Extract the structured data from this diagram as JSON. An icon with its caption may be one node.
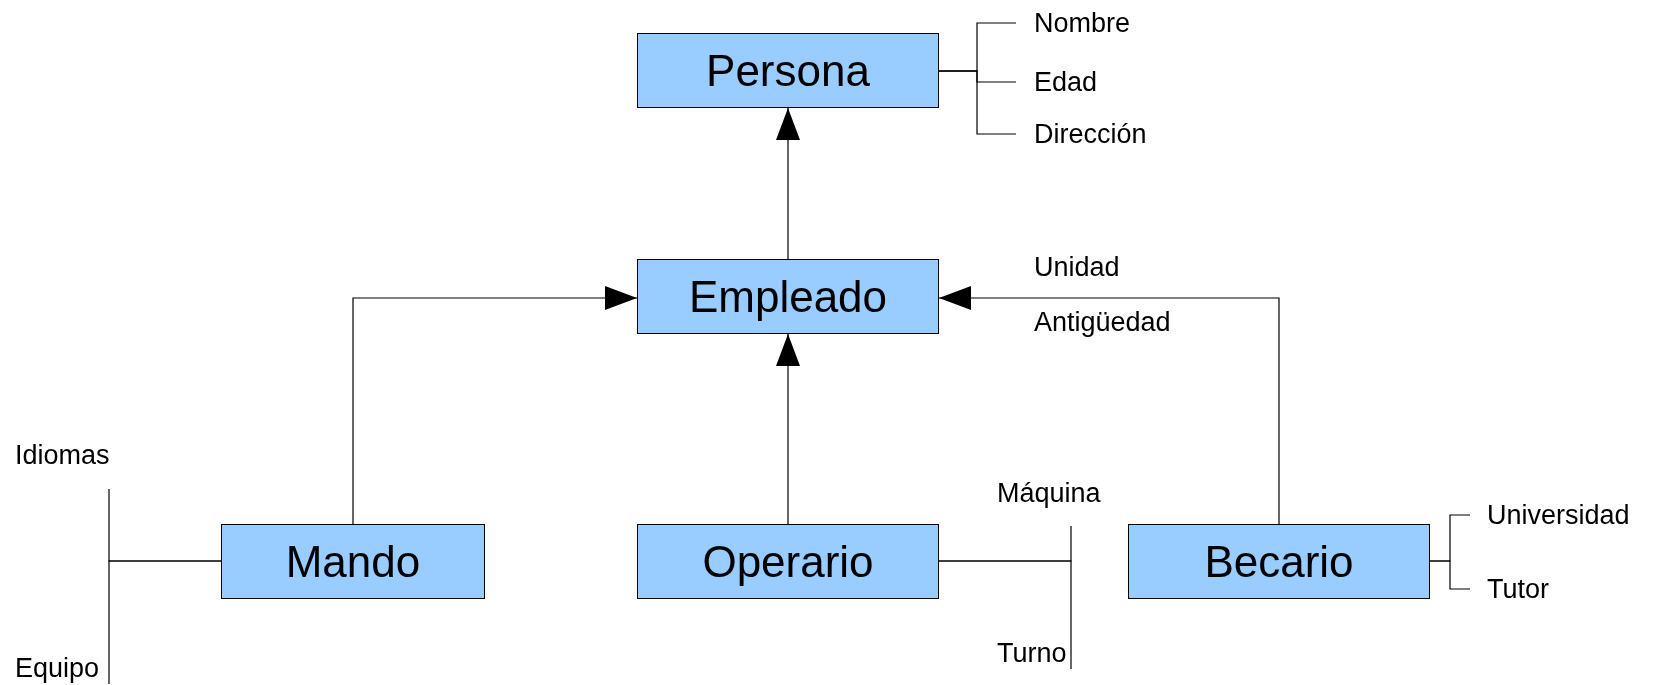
{
  "diagram": {
    "nodes": [
      {
        "text": [
          "Persona"
        ]
      },
      {
        "text": [
          "Nombre"
        ]
      },
      {
        "text": [
          "Edad"
        ]
      },
      {
        "text": [
          "Dirección"
        ]
      },
      {
        "text": [
          "Empleado"
        ],
        "beside": [
          "Unidad",
          "Antigüedad"
        ]
      },
      {
        "text": [
          "Mando"
        ]
      },
      {
        "text": [
          "Idiomas"
        ]
      },
      {
        "text": [
          "Equipo"
        ]
      },
      {
        "text": [
          "Operario"
        ]
      },
      {
        "text": [
          "Máquina"
        ]
      },
      {
        "text": [
          "Turno"
        ]
      },
      {
        "text": [
          "Becario"
        ]
      },
      {
        "text": [
          "Universidad"
        ]
      },
      {
        "text": [
          "Tutor"
        ]
      }
    ],
    "edges": [
      {
        "from": 4,
        "to": 0,
        "arrow": "to"
      },
      {
        "from": 5,
        "to": 4,
        "arrow": "to"
      },
      {
        "from": 8,
        "to": 4,
        "arrow": "to"
      },
      {
        "from": 11,
        "to": 4,
        "arrow": "to"
      },
      {
        "from": 0,
        "to": 1,
        "arrow": "none"
      },
      {
        "from": 0,
        "to": 2,
        "arrow": "none"
      },
      {
        "from": 0,
        "to": 3,
        "arrow": "none"
      },
      {
        "from": 5,
        "to": 6,
        "arrow": "none"
      },
      {
        "from": 5,
        "to": 7,
        "arrow": "none"
      },
      {
        "from": 8,
        "to": 9,
        "arrow": "none"
      },
      {
        "from": 8,
        "to": 10,
        "arrow": "none"
      },
      {
        "from": 11,
        "to": 12,
        "arrow": "none"
      },
      {
        "from": 11,
        "to": 13,
        "arrow": "none"
      }
    ]
  }
}
